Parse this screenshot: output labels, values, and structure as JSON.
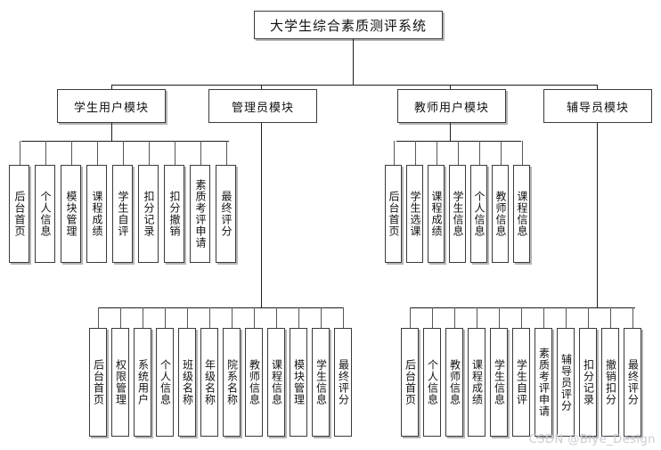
{
  "diagram": {
    "title": "大学生综合素质测评系统",
    "type": "org-tree",
    "watermark": "CSDN @Biye_Design",
    "modules": [
      {
        "id": "student",
        "label": "学生用户模块",
        "leaves": [
          "后台首页",
          "个人信息",
          "模块管理",
          "课程成绩",
          "学生自评",
          "扣分记录",
          "扣分撤销",
          "素质考评申请",
          "最终评分"
        ]
      },
      {
        "id": "admin",
        "label": "管理员模块",
        "leaves": [
          "后台首页",
          "权限管理",
          "系统用户",
          "个人信息",
          "班级名称",
          "年级名称",
          "院系名称",
          "教师信息",
          "课程信息",
          "模块管理",
          "学生信息",
          "最终评分"
        ]
      },
      {
        "id": "teacher",
        "label": "教师用户模块",
        "leaves": [
          "后台首页",
          "学生选课",
          "课程成绩",
          "学生信息",
          "个人信息",
          "教师信息",
          "课程信息"
        ]
      },
      {
        "id": "counselor",
        "label": "辅导员模块",
        "leaves": [
          "后台首页",
          "个人信息",
          "教师信息",
          "课程成绩",
          "学生信息",
          "学生自评",
          "素质考评申请",
          "辅导员评分",
          "扣分记录",
          "撤销扣分",
          "最终评分"
        ]
      }
    ],
    "colors": {
      "border": "#3a3a3a",
      "line": "#1d1d1f",
      "background": "#ffffff",
      "watermark": "#c9ccd4"
    }
  }
}
